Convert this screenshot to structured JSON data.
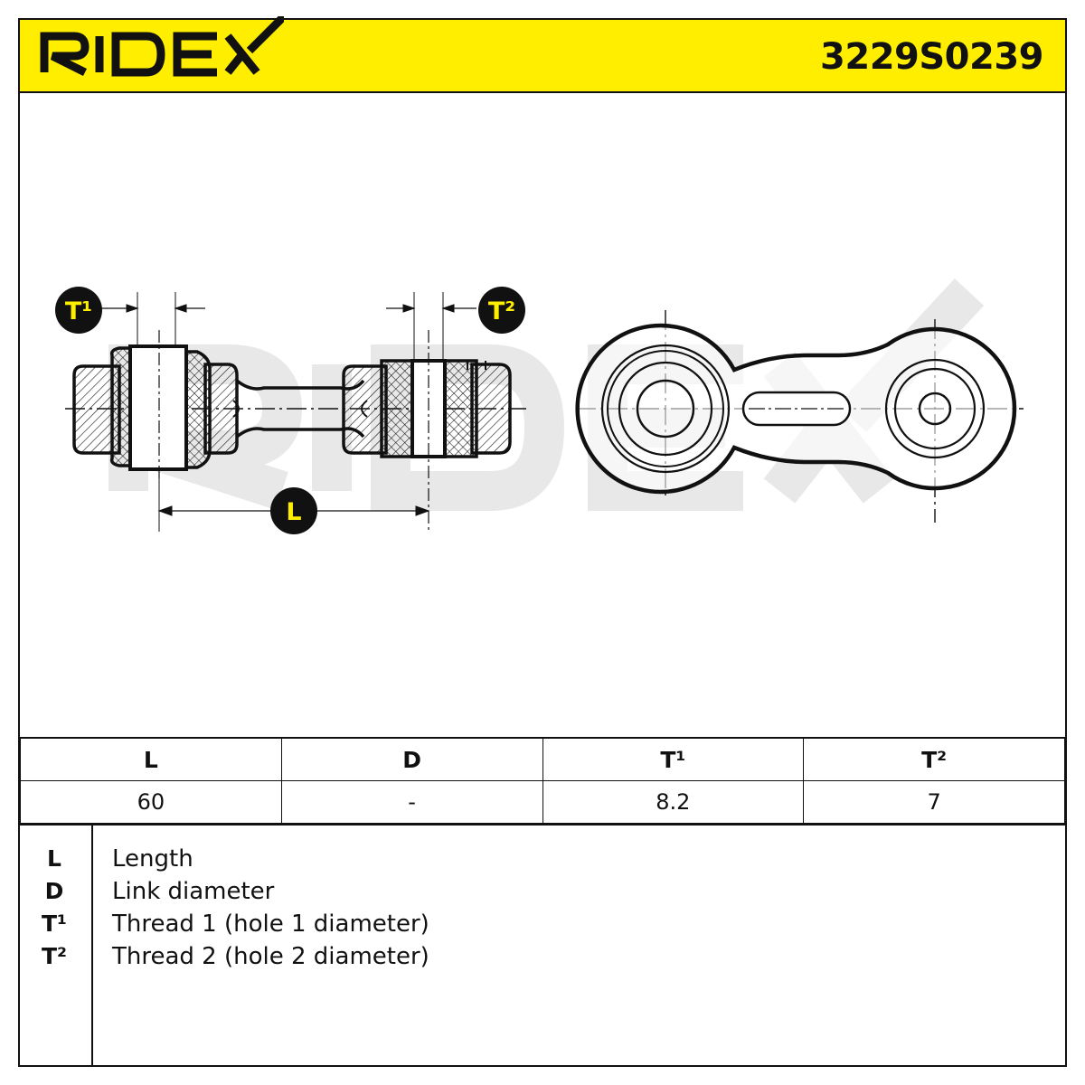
{
  "header": {
    "brand": "RIDEX",
    "part_number": "3229S0239",
    "colors": {
      "background": "#ffee00",
      "ink": "#111111"
    }
  },
  "diagram": {
    "callouts": {
      "t1": "T¹",
      "t2": "T²",
      "l": "L"
    },
    "watermark": "RIDEX"
  },
  "spec_table": {
    "headers": [
      "L",
      "D",
      "T¹",
      "T²"
    ],
    "values": [
      "60",
      "-",
      "8.2",
      "7"
    ]
  },
  "legend": [
    {
      "symbol": "L",
      "description": "Length"
    },
    {
      "symbol": "D",
      "description": "Link diameter"
    },
    {
      "symbol": "T¹",
      "description": "Thread 1 (hole 1 diameter)"
    },
    {
      "symbol": "T²",
      "description": "Thread 2 (hole 2 diameter)"
    }
  ]
}
